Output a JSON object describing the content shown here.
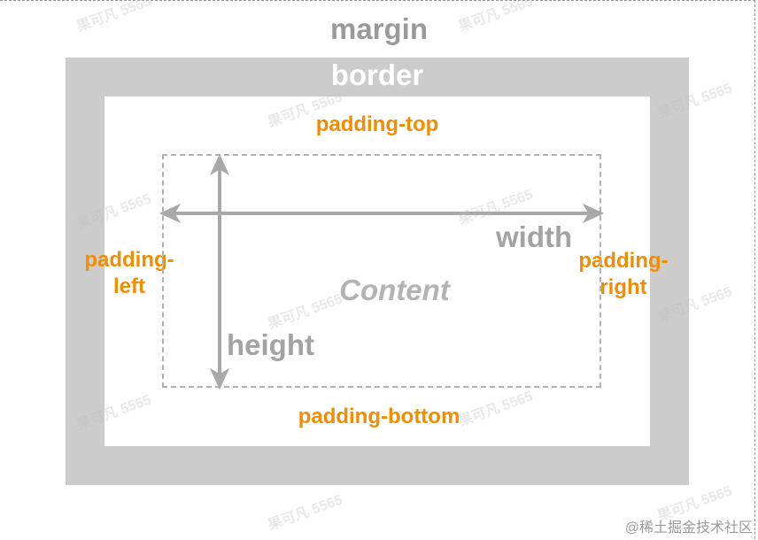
{
  "labels": {
    "margin": "margin",
    "border": "border",
    "padding_top": "padding-top",
    "padding_bottom": "padding-bottom",
    "padding_left_line1": "padding-",
    "padding_left_line2": "left",
    "padding_right_line1": "padding-",
    "padding_right_line2": "right",
    "content": "Content",
    "width": "width",
    "height": "height"
  },
  "watermark_text": "果可凡 5565",
  "credit": "@稀土掘金技术社区",
  "colors": {
    "border_fill": "#cccccc",
    "padding_text": "#f28c00",
    "dimension_text": "#a3a3a3",
    "arrow": "#a8a8a8"
  }
}
